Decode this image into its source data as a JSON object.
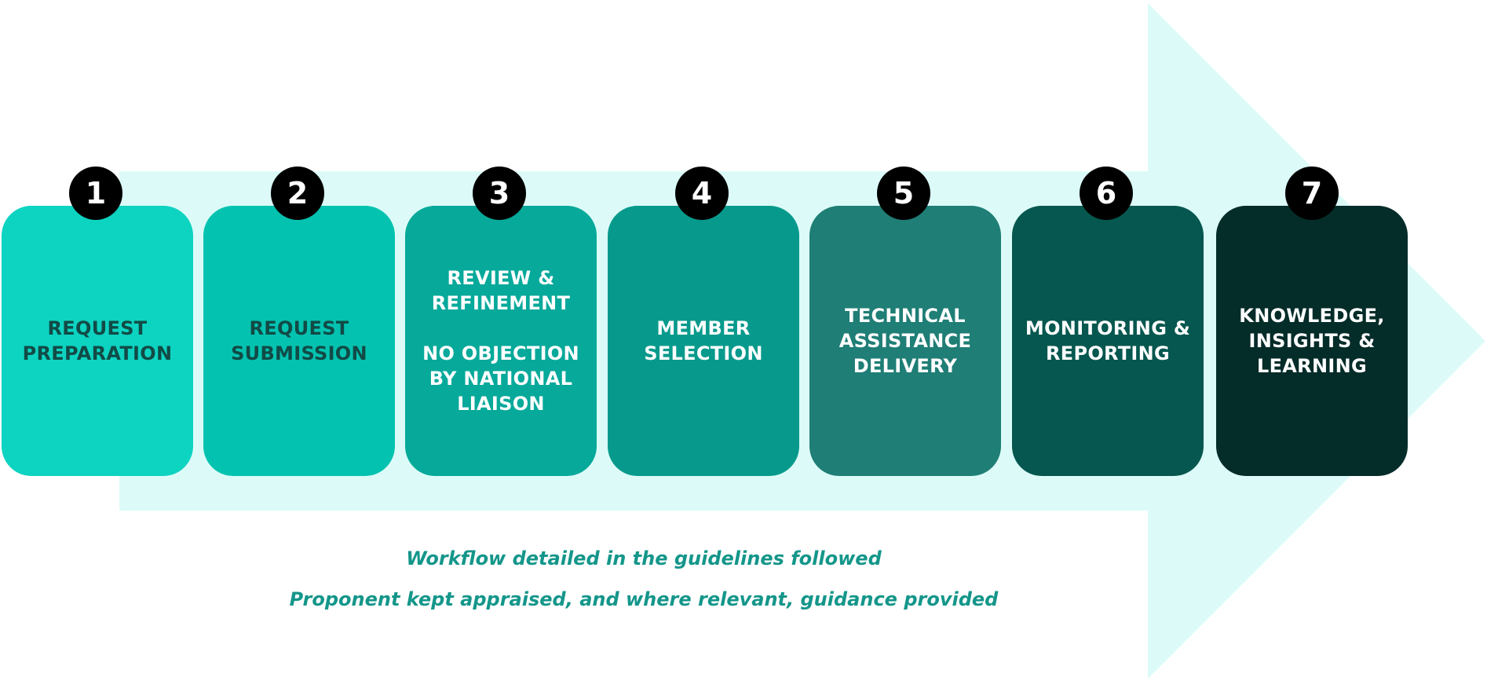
{
  "colors": {
    "arrow": "#dcfbf8",
    "badge": "#000000",
    "caption": "#14968a"
  },
  "steps": [
    {
      "number": "1",
      "label": "REQUEST\nPREPARATION",
      "color": "#0dd3c1",
      "text_color": "#124a46"
    },
    {
      "number": "2",
      "label": "REQUEST\nSUBMISSION",
      "color": "#03c3b0",
      "text_color": "#124a46"
    },
    {
      "number": "3",
      "label": "REVIEW &\nREFINEMENT\n\nNO OBJECTION\nBY NATIONAL\nLIAISON",
      "color": "#06a99a",
      "text_color": "#ffffff"
    },
    {
      "number": "4",
      "label": "MEMBER\nSELECTION",
      "color": "#079a8c",
      "text_color": "#ffffff"
    },
    {
      "number": "5",
      "label": "TECHNICAL\nASSISTANCE\nDELIVERY",
      "color": "#1f7e76",
      "text_color": "#ffffff"
    },
    {
      "number": "6",
      "label": "MONITORING &\nREPORTING",
      "color": "#05574f",
      "text_color": "#ffffff"
    },
    {
      "number": "7",
      "label": "KNOWLEDGE,\nINSIGHTS &\nLEARNING",
      "color": "#042c29",
      "text_color": "#ffffff"
    }
  ],
  "captions": [
    "Workflow detailed in the guidelines followed",
    "Proponent kept appraised, and where relevant, guidance provided"
  ]
}
